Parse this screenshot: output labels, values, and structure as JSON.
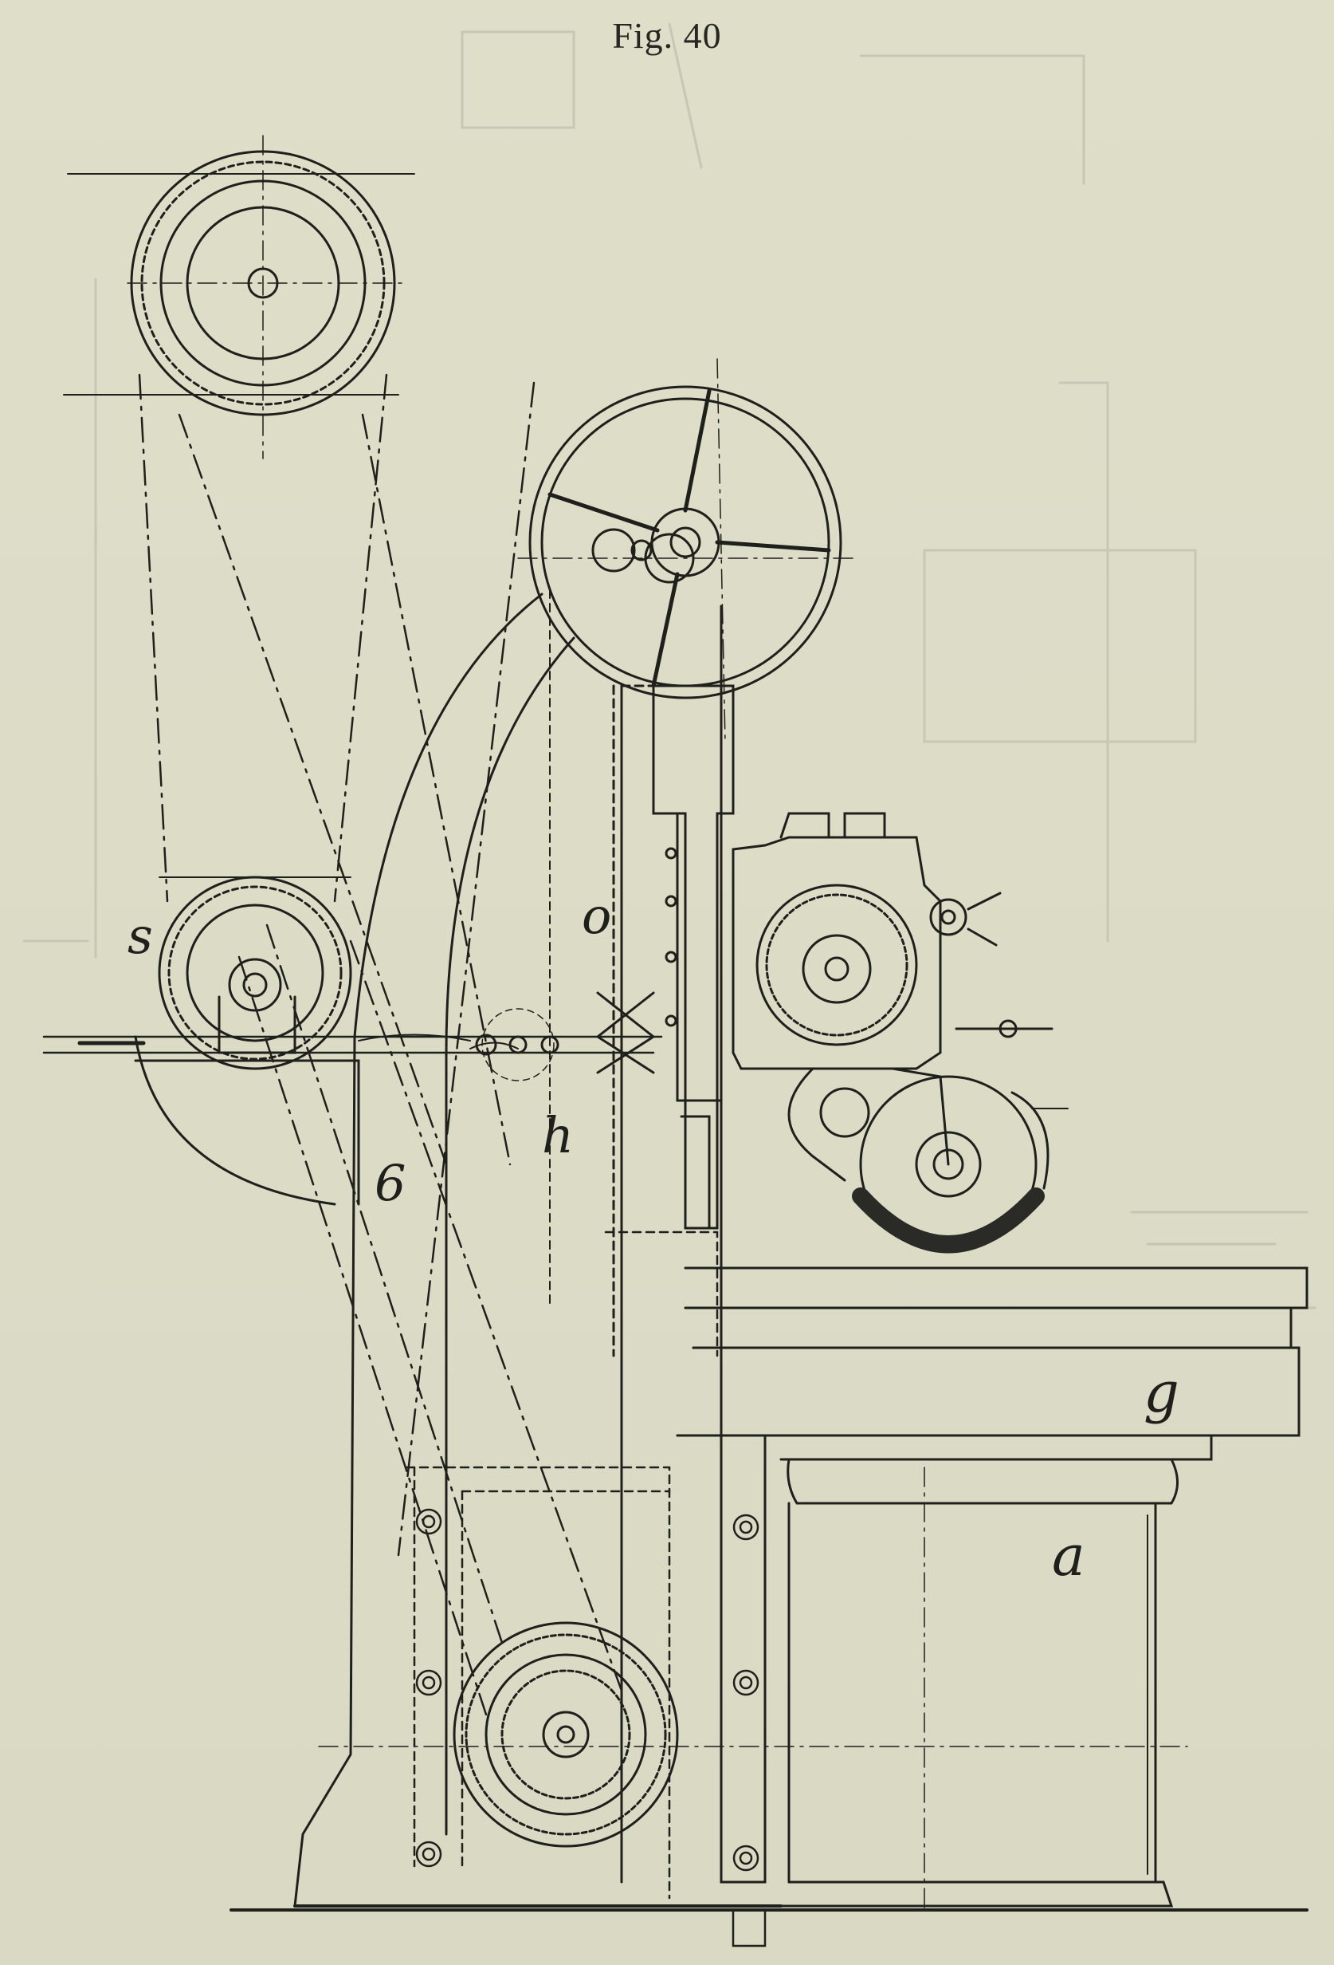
{
  "figure": {
    "title": "Fig. 40",
    "labels": {
      "s": "s",
      "o": "o",
      "b": "6",
      "h": "h",
      "g": "g",
      "a": "a"
    }
  },
  "colors": {
    "paper": "#dcdcc7",
    "ink": "#1f1f1c",
    "ghost_text": "#b9b9a7"
  },
  "icons": [
    "pulley-wheel",
    "handwheel",
    "grinding-wheel",
    "bolt"
  ]
}
